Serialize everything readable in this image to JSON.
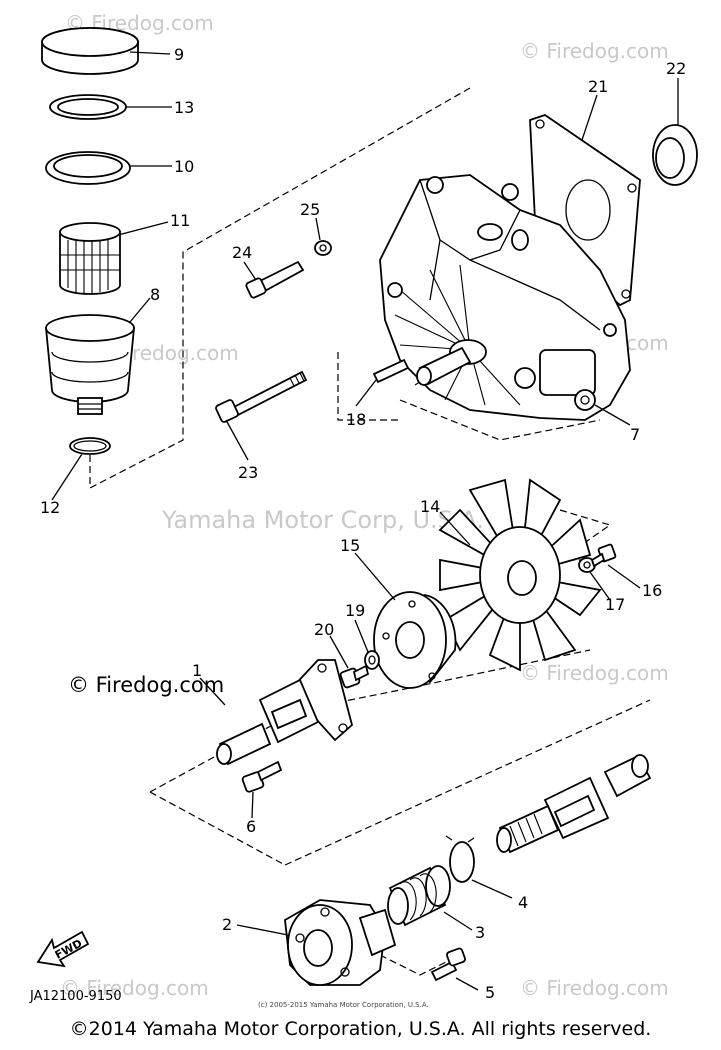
{
  "watermarks": {
    "firedog": "© Firedog.com",
    "yamaha": "Yamaha Motor Corp, U.S.A."
  },
  "callouts": {
    "c1": "1",
    "c2": "2",
    "c3": "3",
    "c4": "4",
    "c5": "5",
    "c6": "6",
    "c7": "7",
    "c8": "8",
    "c9": "9",
    "c10": "10",
    "c11": "11",
    "c12": "12",
    "c13": "13",
    "c14": "14",
    "c15": "15",
    "c16": "16",
    "c17": "17",
    "c18": "18",
    "c19": "19",
    "c20": "20",
    "c21": "21",
    "c22": "22",
    "c23": "23",
    "c24": "24",
    "c25": "25"
  },
  "fwd_label": "FWD",
  "diagram_code": "JA12100-9150",
  "small_copyright": "(c) 2005-2015 Yamaha Motor Corporation, U.S.A.",
  "footer_copyright": "©2014 Yamaha Motor Corporation, U.S.A. All rights reserved."
}
